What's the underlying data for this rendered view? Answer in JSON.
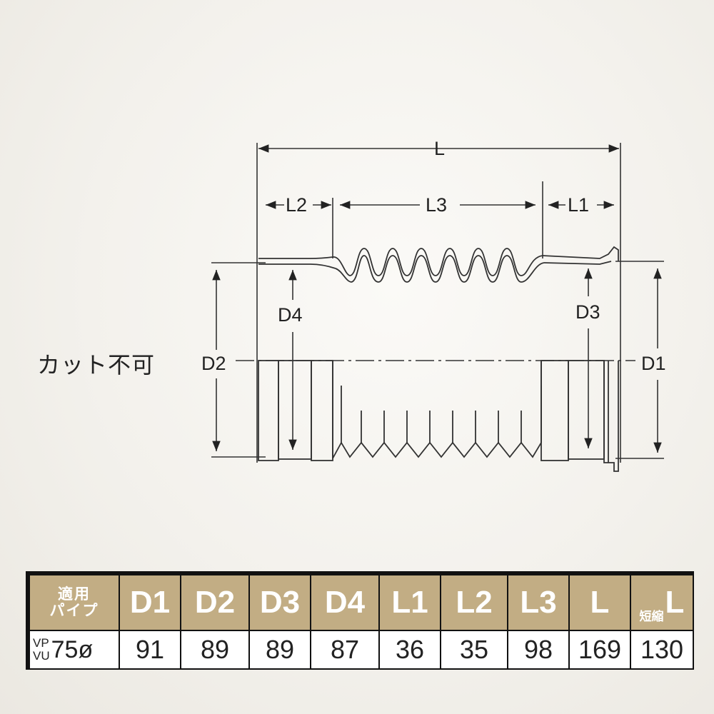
{
  "diagram": {
    "labels": {
      "L": "L",
      "L1": "L1",
      "L2": "L2",
      "L3": "L3",
      "D1": "D1",
      "D2": "D2",
      "D3": "D3",
      "D4": "D4"
    },
    "note": "カット不可"
  },
  "table": {
    "header": {
      "pipe_line1": "適用",
      "pipe_line2": "パイプ",
      "cols": [
        "D1",
        "D2",
        "D3",
        "D4",
        "L1",
        "L2",
        "L3",
        "L"
      ],
      "short_prefix": "短縮",
      "short_suffix": "L"
    },
    "row": {
      "pipe_type_line1": "VP",
      "pipe_type_line2": "VU",
      "pipe_size": "75ø",
      "values": [
        "91",
        "89",
        "89",
        "87",
        "36",
        "35",
        "98",
        "169",
        "130"
      ]
    }
  },
  "colors": {
    "header_bg": "#c2ad84",
    "header_text": "#ffffff",
    "border": "#111111",
    "line": "#333333"
  }
}
